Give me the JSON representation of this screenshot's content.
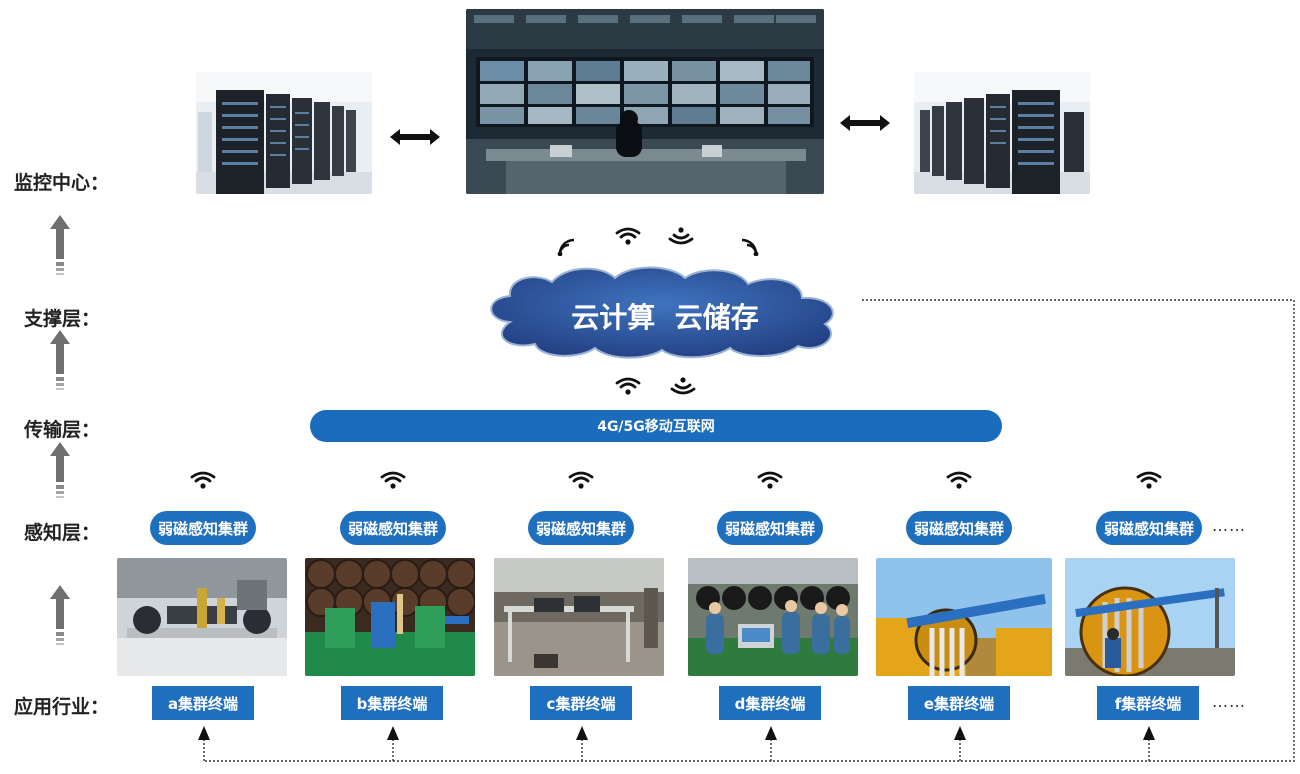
{
  "layers": {
    "monitor": "监控中心：",
    "support": "支撑层：",
    "transport": "传输层：",
    "sensing": "感知层：",
    "application": "应用行业："
  },
  "cloud": {
    "text": "云计算  云储存"
  },
  "network": {
    "label": "4G/5G移动互联网"
  },
  "clusters": [
    {
      "sense": "弱磁感知集群",
      "terminal": "a集群终端"
    },
    {
      "sense": "弱磁感知集群",
      "terminal": "b集群终端"
    },
    {
      "sense": "弱磁感知集群",
      "terminal": "c集群终端"
    },
    {
      "sense": "弱磁感知集群",
      "terminal": "d集群终端"
    },
    {
      "sense": "弱磁感知集群",
      "terminal": "e集群终端"
    },
    {
      "sense": "弱磁感知集群",
      "terminal": "f集群终端"
    }
  ],
  "ellipsis": "……",
  "icons": {
    "wifi": "wifi-icon",
    "arrow_up": "arrow-up-icon",
    "double_arrow": "double-arrow-icon"
  },
  "colors": {
    "accent": "#1f6fbf",
    "cloud": "#2c5da8",
    "arrow": "#777777"
  }
}
